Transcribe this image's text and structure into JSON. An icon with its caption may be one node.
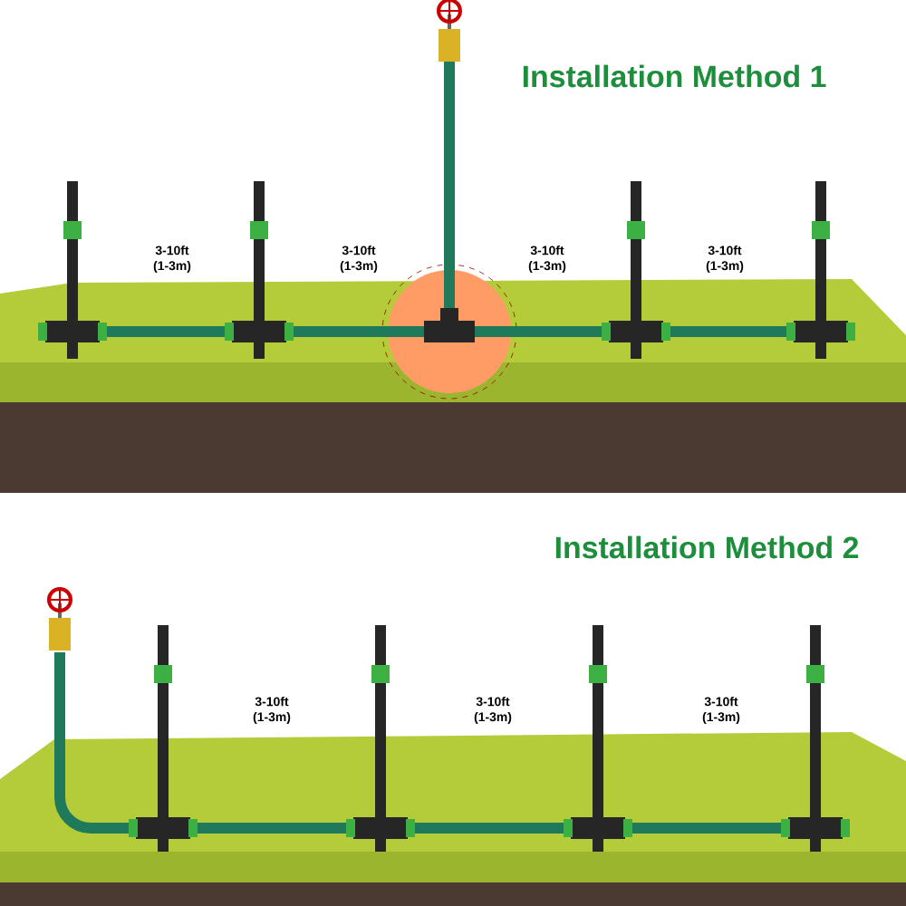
{
  "diagram": {
    "labels": [
      "Installation Method 1",
      "3-10ft (1-3m)",
      "3-10ft (1-3m)",
      "3-10ft (1-3m)",
      "3-10ft (1-3m)",
      "Installation Method 2",
      "3-10ft (1-3m)",
      "3-10ft (1-3m)",
      "3-10ft (1-3m)"
    ]
  }
}
